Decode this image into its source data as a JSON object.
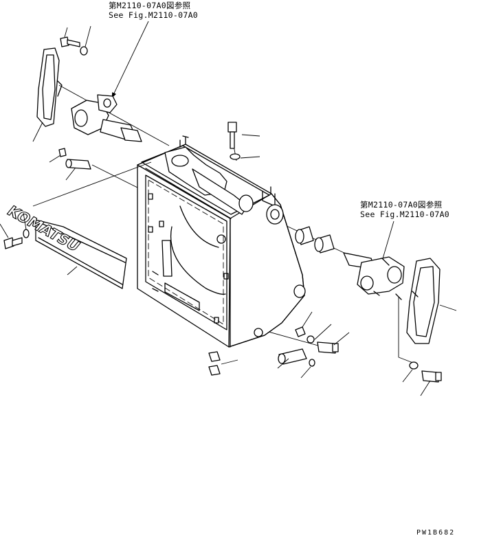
{
  "references": {
    "top": {
      "line1": "第M2110-07A0図参照",
      "line2": "See Fig.M2110-07A0"
    },
    "right": {
      "line1": "第M2110-07A0図参照",
      "line2": "See Fig.M2110-07A0"
    }
  },
  "decal_text": "KOMATSU",
  "drawing_code": "PW1B682"
}
